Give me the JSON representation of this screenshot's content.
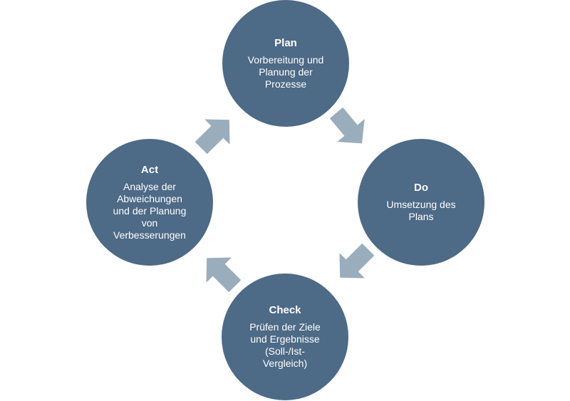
{
  "colors": {
    "circle_fill": "#4d6a86",
    "arrow_fill": "#9aadbc",
    "text": "#ffffff"
  },
  "cycle": {
    "plan": {
      "title": "Plan",
      "lines": [
        "Vorbereitung und",
        "Planung der",
        "Prozesse"
      ]
    },
    "do": {
      "title": "Do",
      "lines": [
        "Umsetzung des",
        "Plans"
      ]
    },
    "check": {
      "title": "Check",
      "lines": [
        "Prüfen der Ziele",
        "und Ergebnisse",
        "(Soll-/Ist-",
        "Vergleich)"
      ]
    },
    "act": {
      "title": "Act",
      "lines": [
        "Analyse der",
        "Abweichungen",
        "und der Planung",
        "von",
        "Verbesserungen"
      ]
    }
  },
  "arrows": [
    {
      "from": "plan",
      "to": "do",
      "icon": "arrow-down-right-icon"
    },
    {
      "from": "do",
      "to": "check",
      "icon": "arrow-down-left-icon"
    },
    {
      "from": "check",
      "to": "act",
      "icon": "arrow-up-left-icon"
    },
    {
      "from": "act",
      "to": "plan",
      "icon": "arrow-up-right-icon"
    }
  ]
}
